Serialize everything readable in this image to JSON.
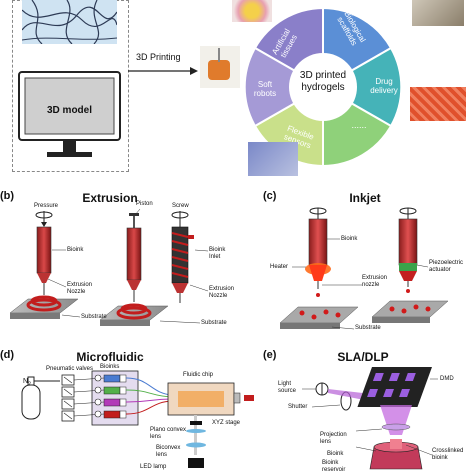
{
  "panel_a": {
    "model_label": "3D model",
    "arrow_label": "3D Printing",
    "wheel_center": "3D printed\nhydrogels",
    "segments": [
      "Artificial tissues",
      "Biological scaffolds",
      "Drug delivery",
      "......",
      "Flexible sensors",
      "Soft robots"
    ],
    "colors": {
      "purple": "#8a7fc9",
      "blue": "#5b8fd6",
      "teal": "#45b3b8",
      "green": "#8fd17a",
      "lime": "#c9e08a"
    }
  },
  "panel_b": {
    "letter": "(b)",
    "title": "Extrusion",
    "labels": {
      "pressure": "Pressure",
      "piston": "Piston",
      "screw": "Screw",
      "bioink": "Bioink",
      "bioink_inlet": "Bioink\nInlet",
      "extrusion_nozzle_1": "Extrusion\nNozzle",
      "extrusion_nozzle_2": "Extrusion\nNozzle",
      "substrate_1": "Substrate",
      "substrate_2": "Substrate"
    }
  },
  "panel_c": {
    "letter": "(c)",
    "title": "Inkjet",
    "labels": {
      "heater": "Heater",
      "bioink": "Bioink",
      "piezo": "Piezoelectric\nactuator",
      "extrusion_nozzle": "Extrusion\nnozzle",
      "substrate": "Substrate"
    }
  },
  "panel_d": {
    "letter": "(d)",
    "title": "Microfluidic",
    "labels": {
      "pneumatic_valves": "Pneumatic valves",
      "bioinks": "Bioinks",
      "fluidic_chip": "Fluidic chip",
      "n2": "N",
      "n2_sub": "2",
      "plano_convex": "Plano convex\nlens",
      "biconvex": "Biconvex\nlens",
      "xyz_stage": "XYZ stage",
      "led_lamp": "LED lamp"
    }
  },
  "panel_e": {
    "letter": "(e)",
    "title": "SLA/DLP",
    "labels": {
      "light_source": "Light\nsource",
      "dmd": "DMD",
      "shutter": "Shutter",
      "projection_lens": "Projection\nlens",
      "bioink": "Bioink",
      "bioink_reservoir": "Bioink\nreservoir",
      "crosslinked": "Crosslinked\nbioink"
    }
  }
}
